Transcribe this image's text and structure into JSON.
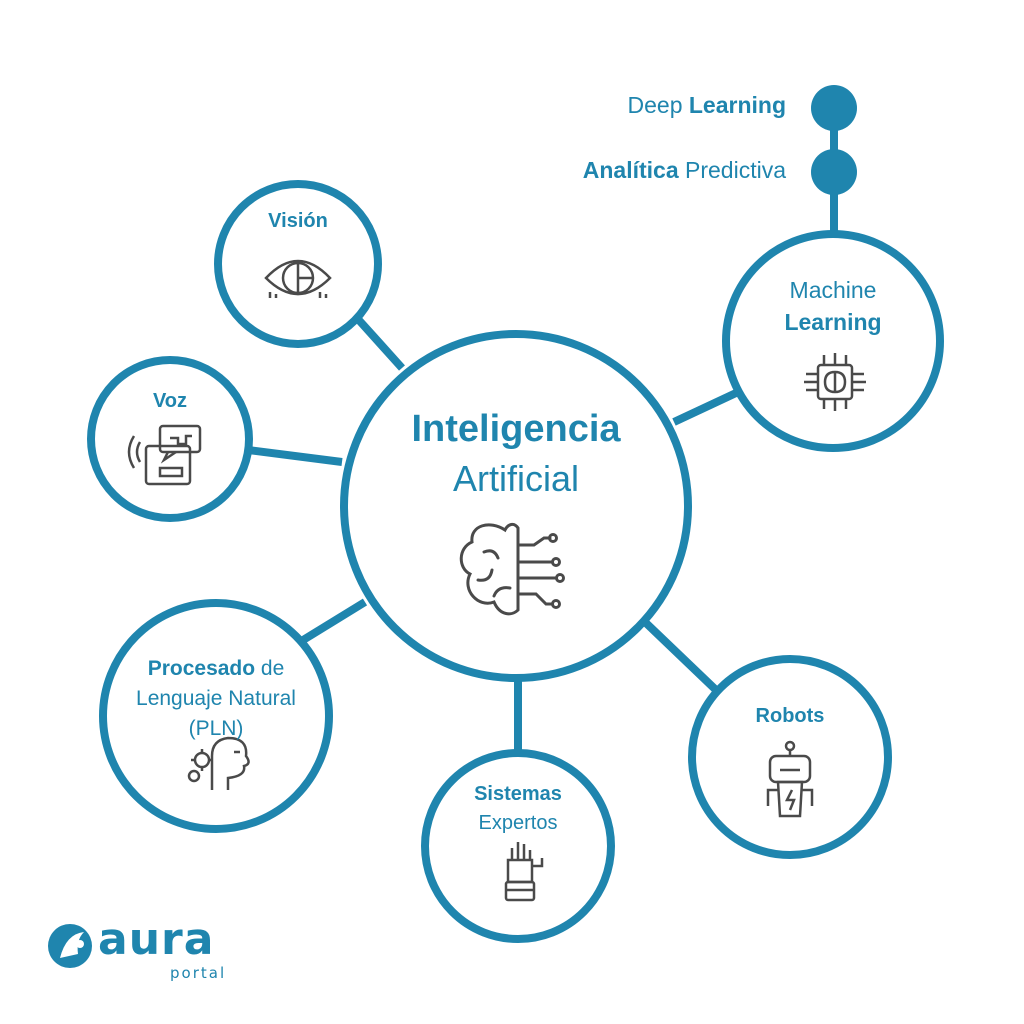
{
  "colors": {
    "primary": "#1f85ae",
    "icon": "#4a4a4a",
    "background": "#ffffff"
  },
  "center": {
    "title_bold": "Inteligencia",
    "title_light": "Artificial",
    "icon": "brain-circuit-icon"
  },
  "branch": {
    "deep_bold": "Learning",
    "deep_light": "Deep ",
    "analytics_bold": "Analítica",
    "analytics_light": " Predictiva"
  },
  "nodes": {
    "vision": {
      "label": "Visión",
      "icon": "eye-icon"
    },
    "voz": {
      "label": "Voz",
      "icon": "voice-chat-icon"
    },
    "ml": {
      "line1": "Machine",
      "line2": "Learning",
      "icon": "ai-chip-icon"
    },
    "pln": {
      "bold": "Procesado",
      "light": " de",
      "line2": "Lenguaje Natural",
      "line3": "(PLN)",
      "icon": "head-gear-icon"
    },
    "sistemas": {
      "line1": "Sistemas",
      "line2": "Expertos",
      "icon": "robotic-hand-icon"
    },
    "robots": {
      "label": "Robots",
      "icon": "robot-icon"
    }
  },
  "logo": {
    "name": "aura",
    "sub": "portal",
    "icon": "aura-logo-icon"
  }
}
